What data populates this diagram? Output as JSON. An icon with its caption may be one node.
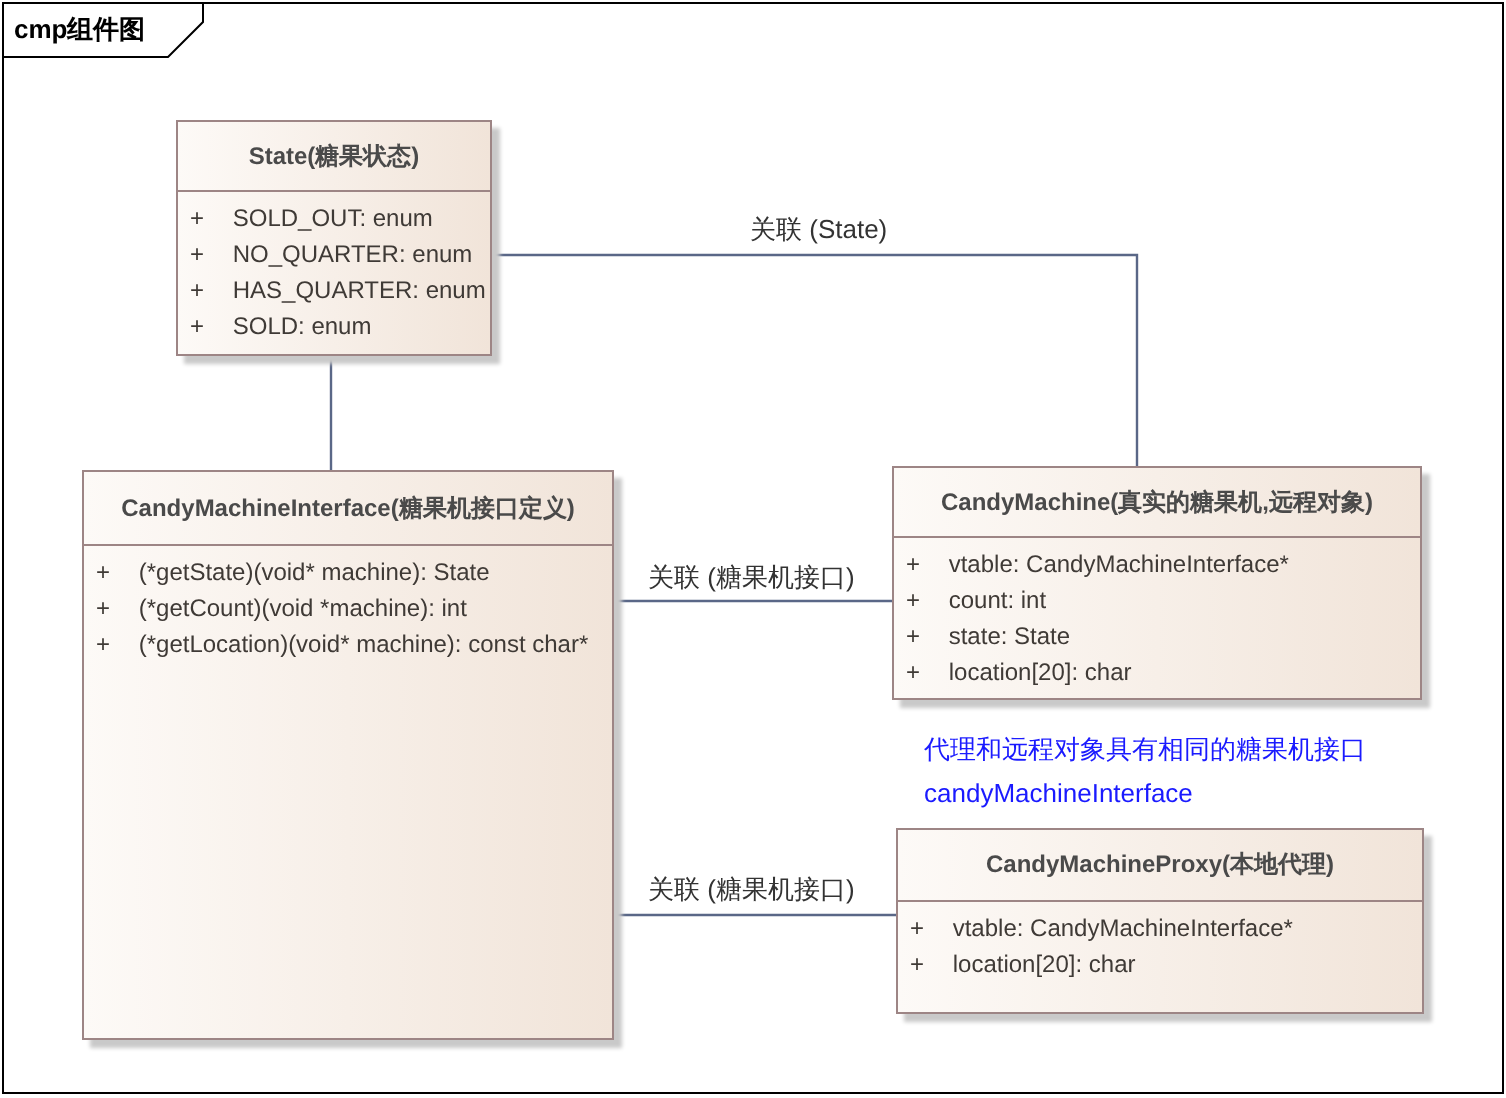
{
  "diagram": {
    "nodes": [
      {
        "text": [
          "cmp组件图"
        ]
      },
      {
        "text": [
          "State(糖果状态)",
          "+ SOLD_OUT: enum",
          "+ NO_QUARTER: enum",
          "+ HAS_QUARTER: enum",
          "+ SOLD: enum"
        ],
        "in": 0
      },
      {
        "text": [
          "CandyMachineInterface(糖果机接口定义)",
          "+ (*getState)(void* machine): State",
          "+ (*getCount)(void *machine): int",
          "+ (*getLocation)(void* machine): const char*"
        ],
        "in": 0
      },
      {
        "text": [
          "CandyMachine(真实的糖果机,远程对象)",
          "+ vtable: CandyMachineInterface*",
          "+ count: int",
          "+ state: State",
          "+ location[20]: char"
        ],
        "in": 0
      },
      {
        "text": [
          "CandyMachineProxy(本地代理)",
          "+ vtable: CandyMachineInterface*",
          "+ location[20]: char"
        ],
        "in": 0
      }
    ],
    "edges": [
      {
        "from": 1,
        "to": 3,
        "arrow": "none",
        "label": "关联 (State)"
      },
      {
        "from": 1,
        "to": 2,
        "arrow": "none"
      },
      {
        "from": 2,
        "to": 3,
        "arrow": "none",
        "label": "关联 (糖果机接口)"
      },
      {
        "from": 2,
        "to": 4,
        "arrow": "none",
        "label": "关联 (糖果机接口)"
      }
    ],
    "labels": [
      "代理和远程对象具有相同的糖果机接口 candyMachineInterface"
    ]
  }
}
